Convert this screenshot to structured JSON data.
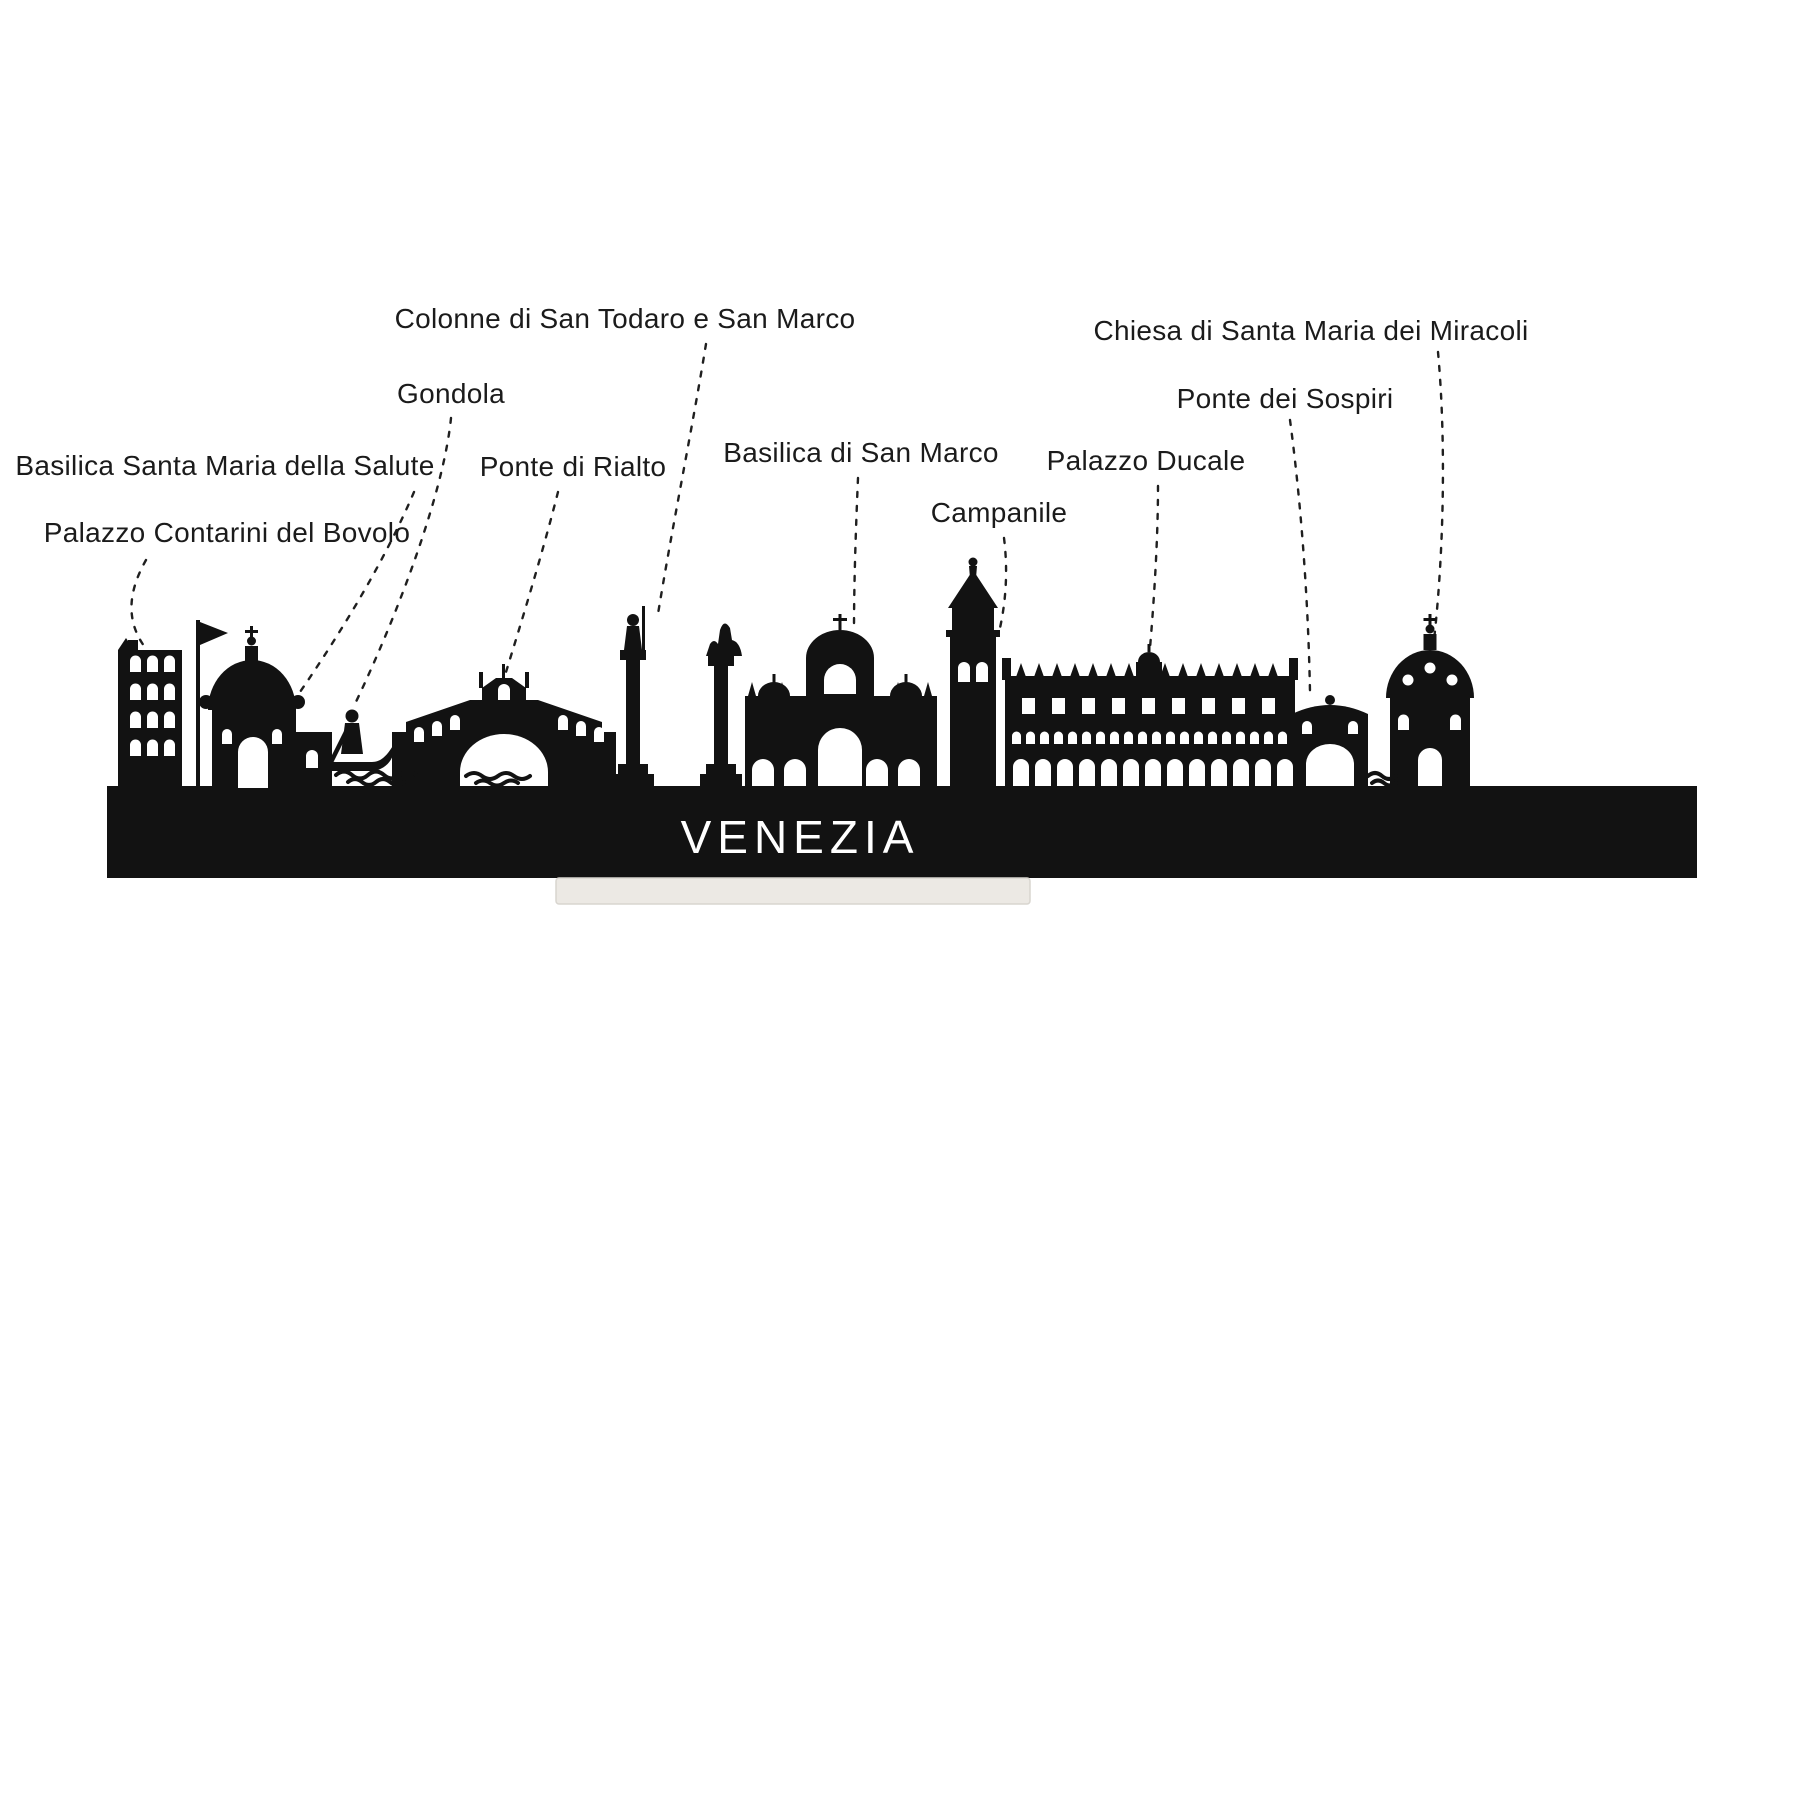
{
  "page": {
    "background_color": "#ffffff"
  },
  "diagram": {
    "city_label": "VENEZIA",
    "silhouette_color": "#121212",
    "stand_color": "#ece9e4",
    "labels": [
      {
        "id": "colonne",
        "text": "Colonne di San Todaro e San Marco"
      },
      {
        "id": "miracoli",
        "text": "Chiesa di Santa Maria dei Miracoli"
      },
      {
        "id": "gondola",
        "text": "Gondola"
      },
      {
        "id": "sospiri",
        "text": "Ponte dei Sospiri"
      },
      {
        "id": "salute",
        "text": "Basilica Santa Maria della Salute"
      },
      {
        "id": "rialto",
        "text": "Ponte di Rialto"
      },
      {
        "id": "san-marco",
        "text": "Basilica di San Marco"
      },
      {
        "id": "ducale",
        "text": "Palazzo Ducale"
      },
      {
        "id": "bovolo",
        "text": "Palazzo Contarini del Bovolo"
      },
      {
        "id": "campanile",
        "text": "Campanile"
      }
    ]
  }
}
